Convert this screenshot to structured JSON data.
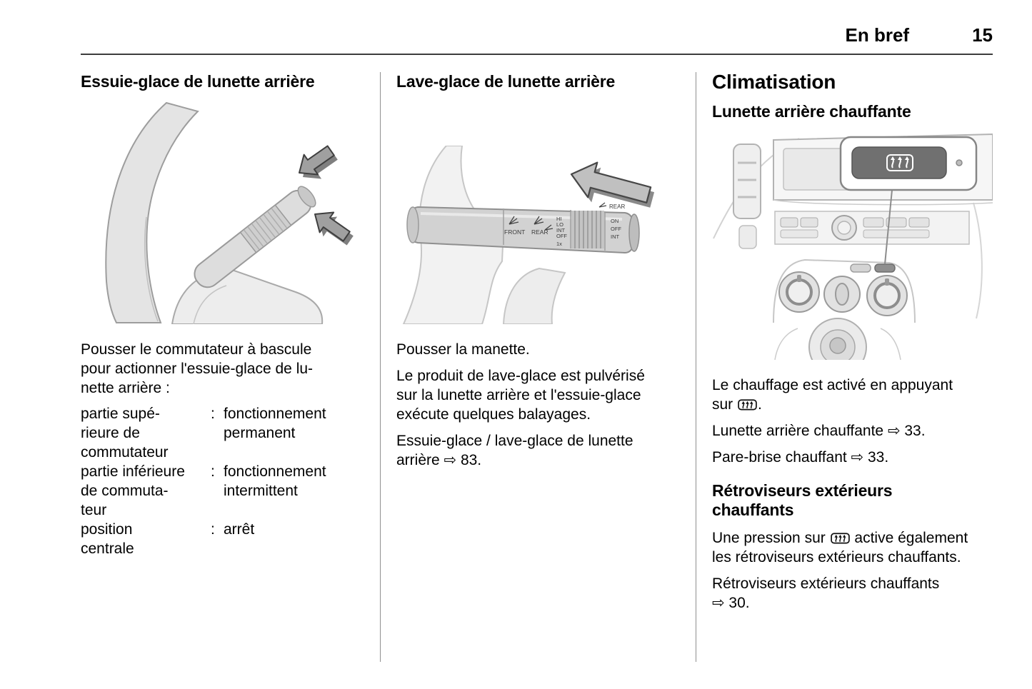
{
  "header": {
    "section_title": "En bref",
    "page_number": "15"
  },
  "rear_wiper": {
    "title": "Essuie-glace de lunette arrière",
    "intro": "Pousser le commutateur à bascule\npour actionner l'essuie-glace de lu-\nnette arrière :",
    "definitions": [
      {
        "term": "partie supé-\nrieure de\ncommutateur",
        "sep": ":",
        "definition": "fonctionnement\npermanent"
      },
      {
        "term": "partie inférieure\nde commuta-\nteur",
        "sep": ":",
        "definition": "fonctionnement\nintermittent"
      },
      {
        "term": "position\ncentrale",
        "sep": ":",
        "definition": "arrêt"
      }
    ]
  },
  "rear_washer": {
    "title": "Lave-glace de lunette arrière",
    "p1": "Pousser la manette.",
    "p2": "Le produit de lave-glace est pulvérisé\nsur la lunette arrière et l'essuie-glace\nexécute quelques balayages.",
    "p3": "Essuie-glace / lave-glace de lunette\narrière ⇨ 83.",
    "stalk_labels": {
      "front": "FRONT",
      "rear": "REAR",
      "hi": "HI",
      "lo": "LO",
      "int": "INT",
      "off": "OFF",
      "pulse": "1x",
      "collar_rear": "REAR",
      "end_on": "ON",
      "end_off": "OFF",
      "end_int": "INT"
    }
  },
  "climate": {
    "section_title": "Climatisation",
    "subtitle_rear_window": "Lunette arrière chauffante",
    "p1_pre": "Le chauffage est activé en appuyant\nsur ",
    "p1_post": ".",
    "p2": "Lunette arrière chauffante ⇨ 33.",
    "p3": "Pare-brise chauffant ⇨ 33.",
    "subtitle_mirrors": "Rétroviseurs extérieurs\nchauffants",
    "p4_pre": "Une pression sur ",
    "p4_post": " active également\nles rétroviseurs extérieurs chauffants.",
    "p5": "Rétroviseurs extérieurs chauffants\n⇨ 30."
  },
  "icon_names": {
    "heated_rear_window": "heated-rear-window-icon",
    "page_reference_arrow": "⇨",
    "push_arrow": "push-direction-arrow",
    "wiper_front": "wiper-front-icon",
    "washer_rear": "washer-rear-icon"
  }
}
